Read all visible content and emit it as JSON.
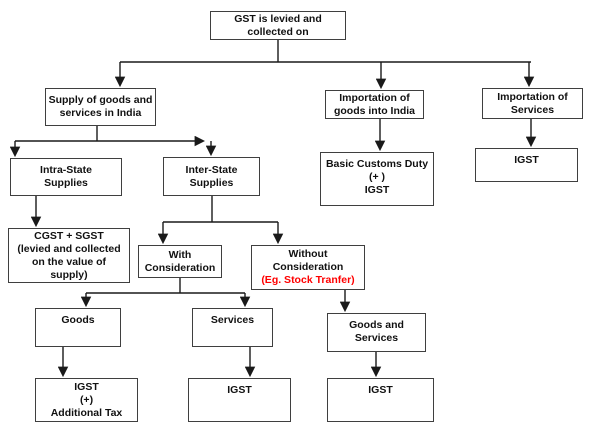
{
  "nodes": {
    "root": {
      "label": "GST is levied and\ncollected on"
    },
    "supply": {
      "label": "Supply of goods and\nservices in India"
    },
    "import_goods": {
      "label": "Importation of\ngoods into India"
    },
    "import_services": {
      "label": "Importation of\nServices"
    },
    "intra_state": {
      "label": "Intra-State\nSupplies"
    },
    "inter_state": {
      "label": "Inter-State\nSupplies"
    },
    "cgst_sgst": {
      "label": "CGST + SGST\n(levied and collected\non the value of\nsupply)"
    },
    "with_consideration": {
      "label": "With\nConsideration"
    },
    "without_consideration": {
      "label": "Without\nConsideration",
      "note": "(Eg. Stock Tranfer)",
      "note_color": "#ff0000"
    },
    "basic_customs_igst": {
      "label": "Basic Customs Duty\n(+ )\nIGST"
    },
    "igst_import_services": {
      "label": "IGST"
    },
    "goods": {
      "label": "Goods"
    },
    "services": {
      "label": "Services"
    },
    "goods_and_services": {
      "label": "Goods and Services"
    },
    "igst_additional_tax": {
      "label": "IGST\n(+)\nAdditional Tax"
    },
    "igst_services": {
      "label": "IGST"
    },
    "igst_goods_services": {
      "label": "IGST"
    }
  },
  "edges": [
    {
      "from": "root",
      "to": "supply"
    },
    {
      "from": "root",
      "to": "import_goods"
    },
    {
      "from": "root",
      "to": "import_services"
    },
    {
      "from": "supply",
      "to": "intra_state"
    },
    {
      "from": "supply",
      "to": "inter_state"
    },
    {
      "from": "intra_state",
      "to": "cgst_sgst"
    },
    {
      "from": "inter_state",
      "to": "with_consideration"
    },
    {
      "from": "inter_state",
      "to": "without_consideration"
    },
    {
      "from": "with_consideration",
      "to": "goods"
    },
    {
      "from": "with_consideration",
      "to": "services"
    },
    {
      "from": "without_consideration",
      "to": "goods_and_services"
    },
    {
      "from": "goods",
      "to": "igst_additional_tax"
    },
    {
      "from": "services",
      "to": "igst_services"
    },
    {
      "from": "goods_and_services",
      "to": "igst_goods_services"
    },
    {
      "from": "import_goods",
      "to": "basic_customs_igst"
    },
    {
      "from": "import_services",
      "to": "igst_import_services"
    }
  ],
  "colors": {
    "background": "#ffffff",
    "box_border": "#3f3f3f",
    "line": "#1a1a1a",
    "text": "#111111",
    "highlight_note": "#ff0000"
  }
}
